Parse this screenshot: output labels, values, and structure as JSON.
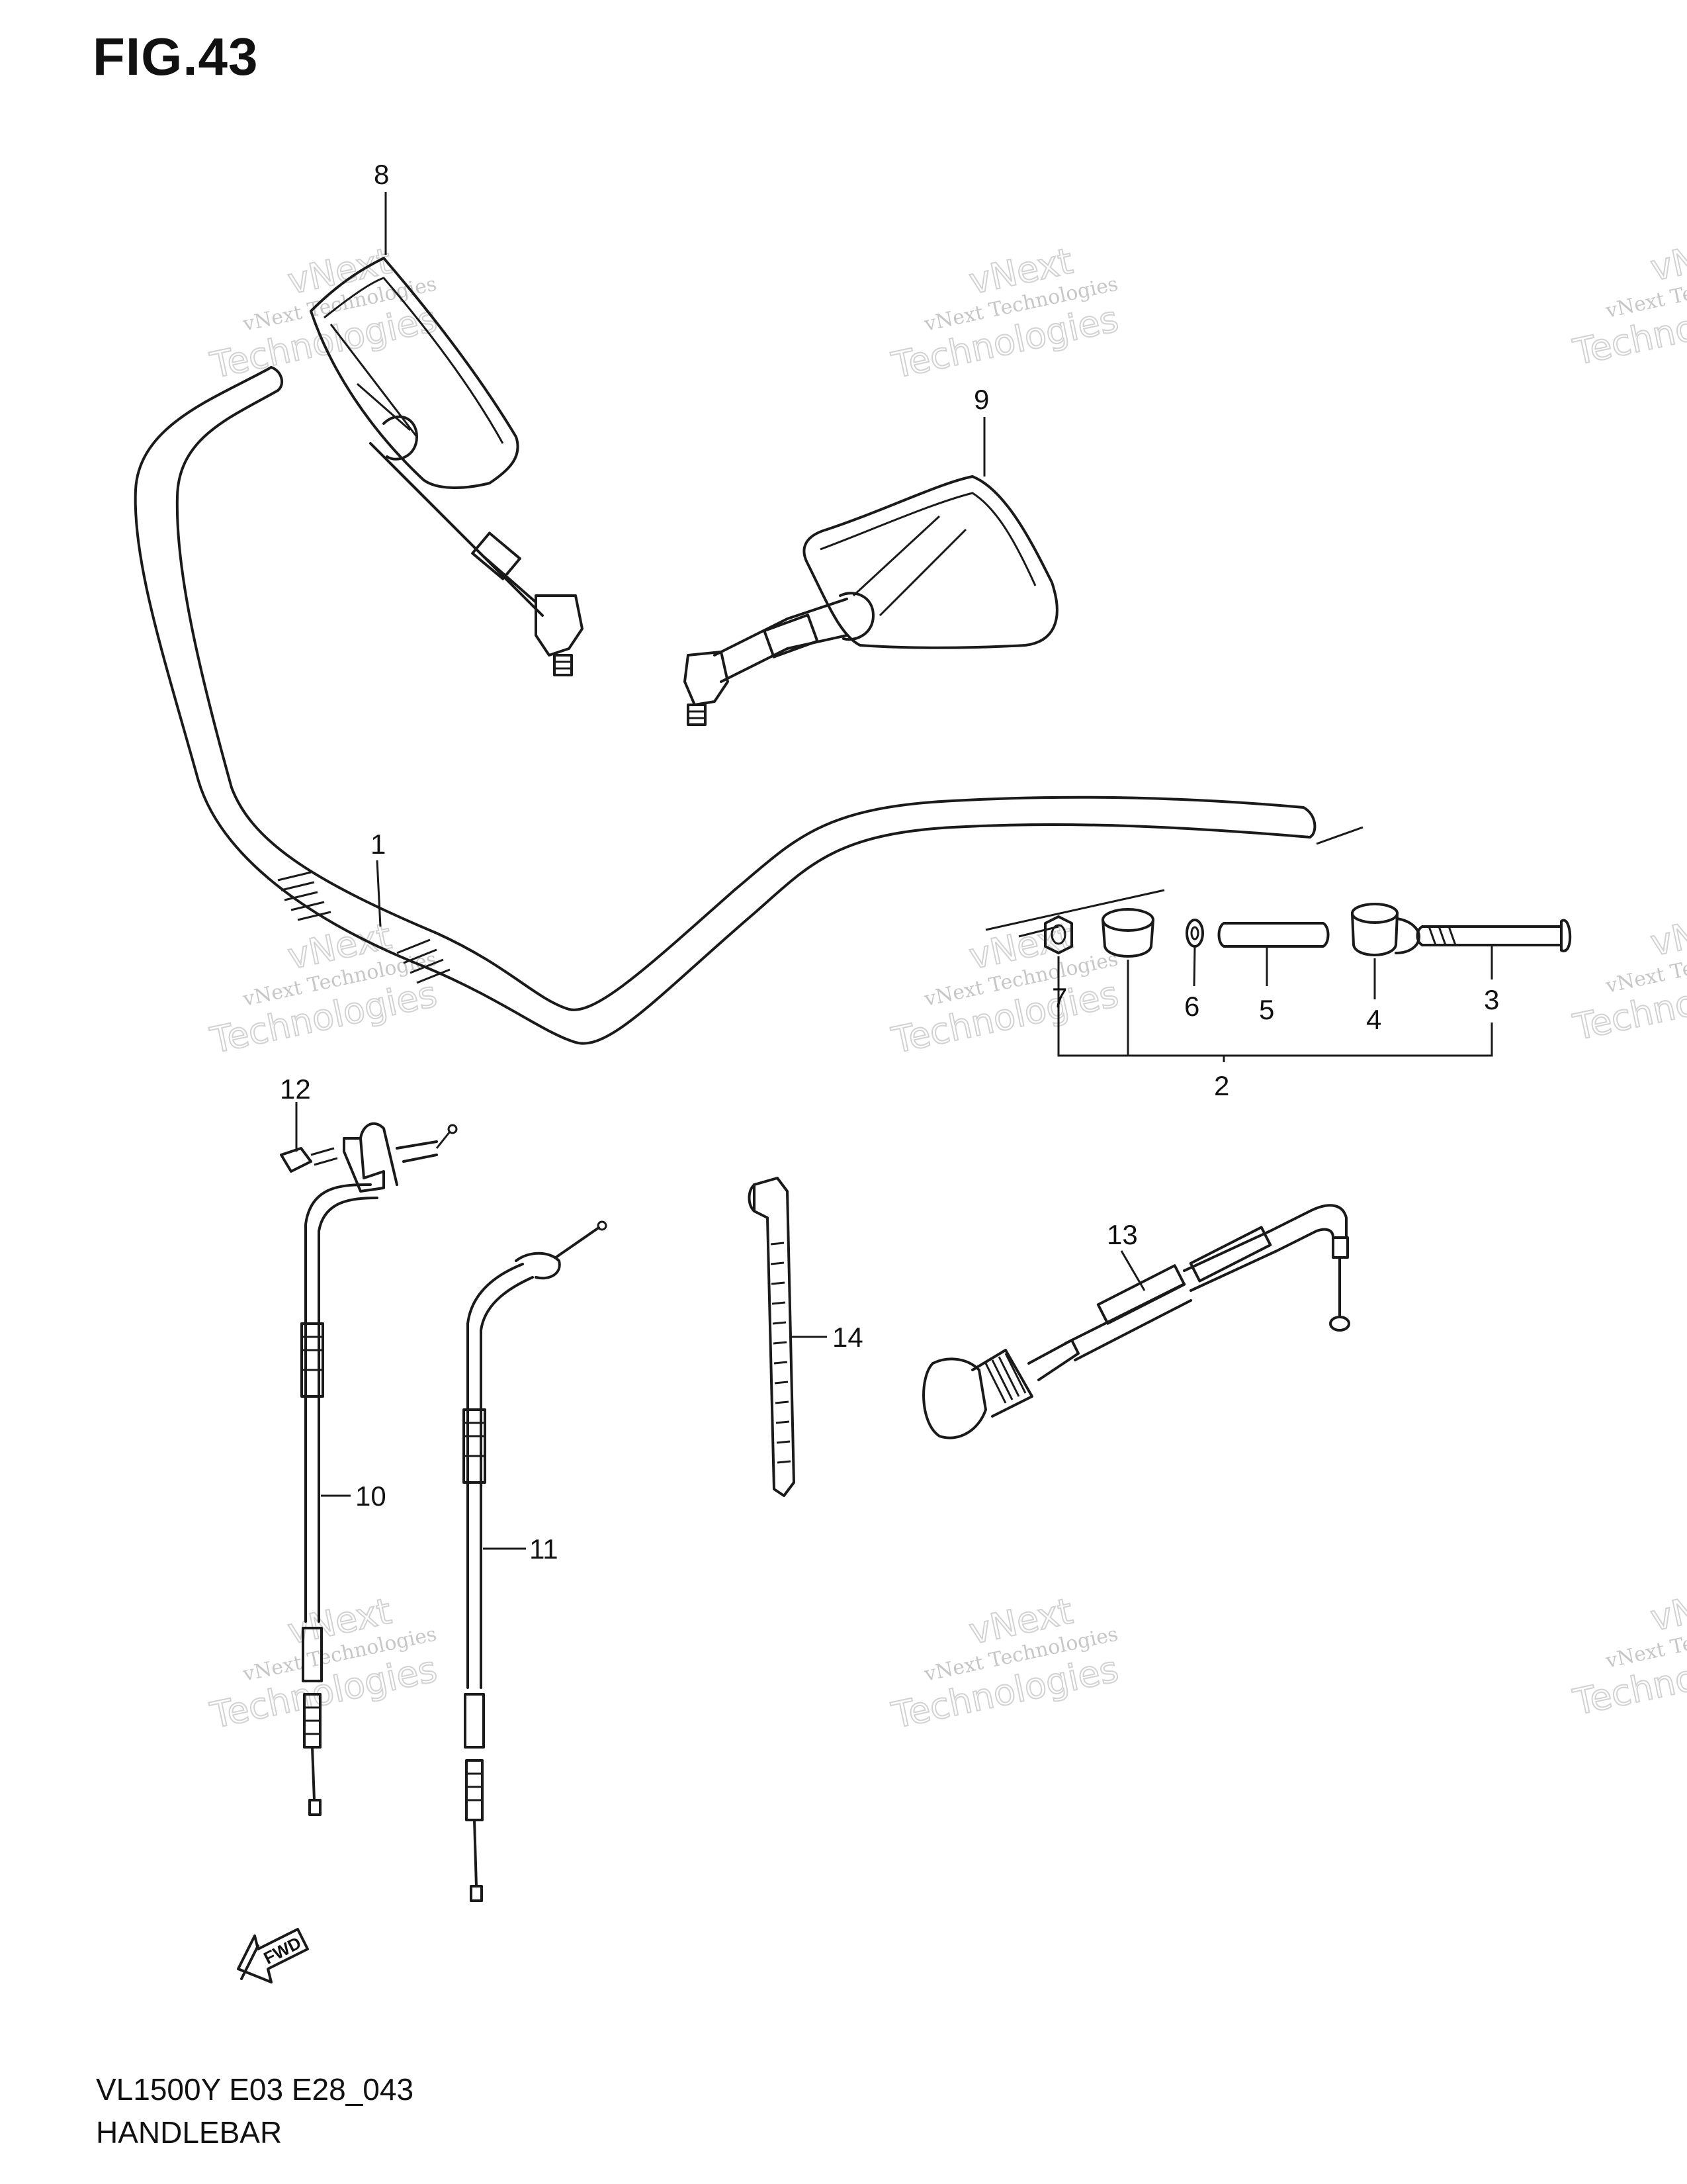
{
  "figure": {
    "title": "FIG.43",
    "model": "VL1500Y E03 E28_043",
    "subtitle": "HANDLEBAR"
  },
  "callouts": [
    "1",
    "2",
    "3",
    "4",
    "5",
    "6",
    "7",
    "8",
    "9",
    "10",
    "11",
    "12",
    "13",
    "14"
  ],
  "watermark": {
    "line1": "vNext Technologies",
    "line2": "vNext",
    "line3": "Technologies"
  },
  "fwd": {
    "label": "FWD"
  }
}
